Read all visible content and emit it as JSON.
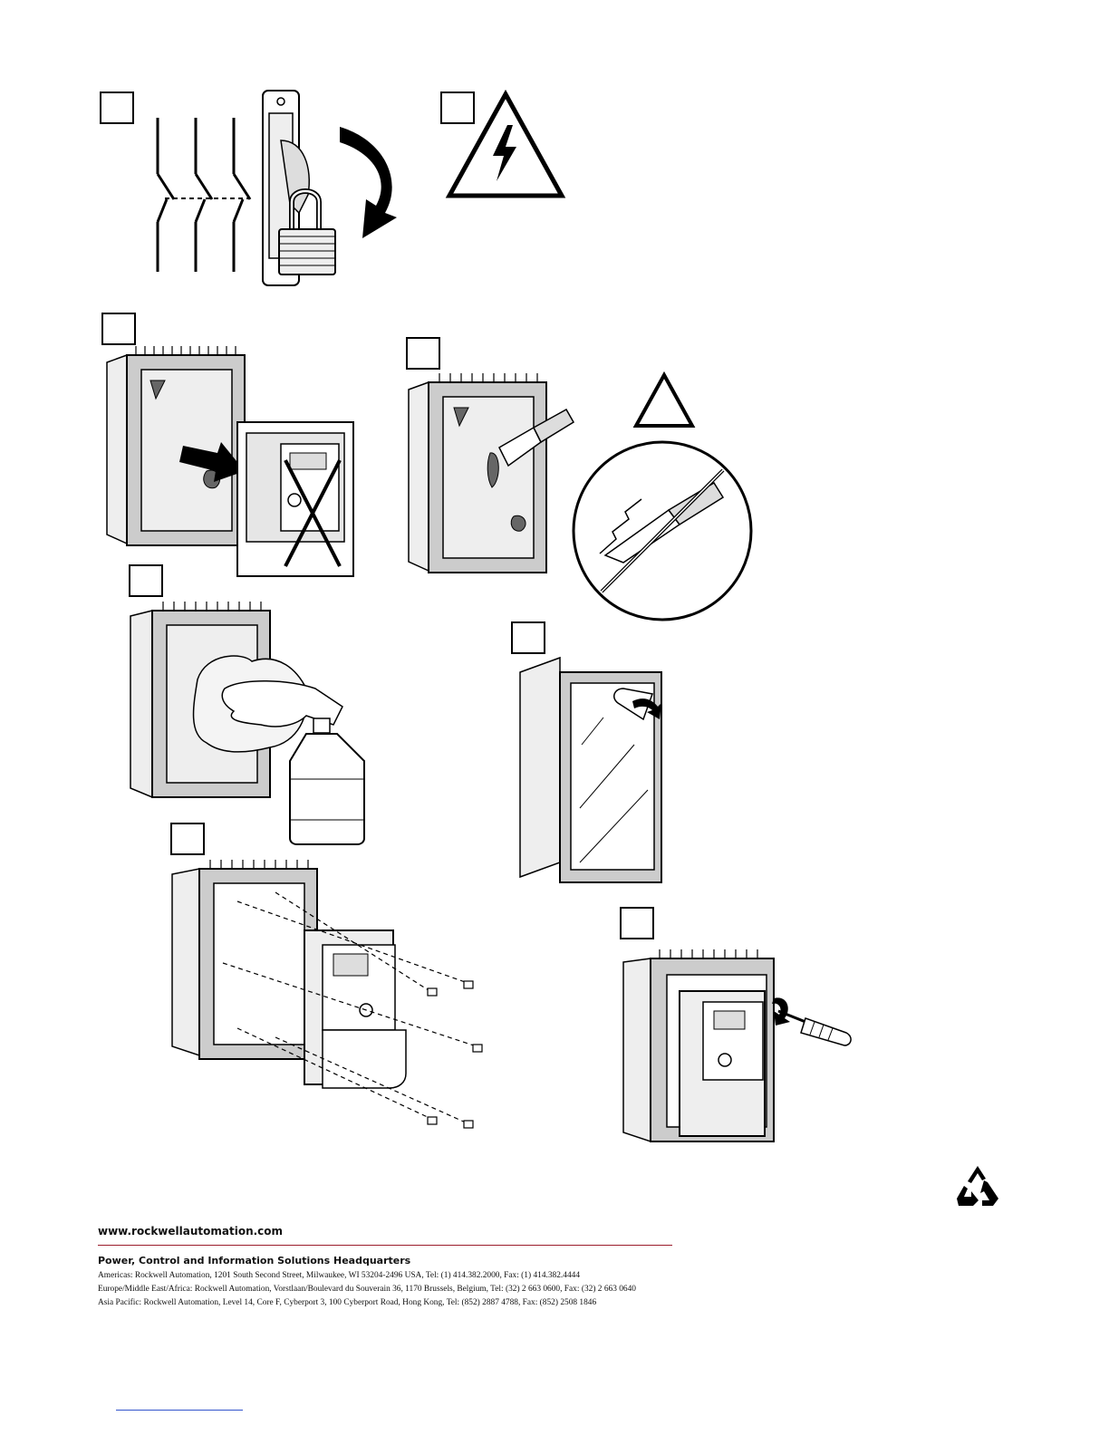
{
  "icons": {
    "recycle": "recycle-icon",
    "shock_warning": "electric-shock-warning-icon",
    "caution": "caution-triangle-icon"
  },
  "footer": {
    "url": "www.rockwellautomation.com",
    "hq_title": "Power, Control and Information Solutions Headquarters",
    "americas": "Americas: Rockwell Automation, 1201 South Second Street, Milwaukee, WI 53204-2496 USA, Tel: (1) 414.382.2000, Fax: (1) 414.382.4444",
    "emea": "Europe/Middle East/Africa: Rockwell Automation, Vorstlaan/Boulevard du Souverain 36, 1170 Brussels, Belgium, Tel: (32) 2 663 0600, Fax: (32) 2 663 0640",
    "apac": "Asia Pacific: Rockwell Automation, Level 14, Core F, Cyberport 3, 100 Cyberport Road, Hong Kong, Tel: (852) 2887 4788, Fax: (852) 2508 1846"
  },
  "colors": {
    "rule": "#9b1c2c",
    "ink": "#000000",
    "panel_gray": "#d9d9d9"
  }
}
